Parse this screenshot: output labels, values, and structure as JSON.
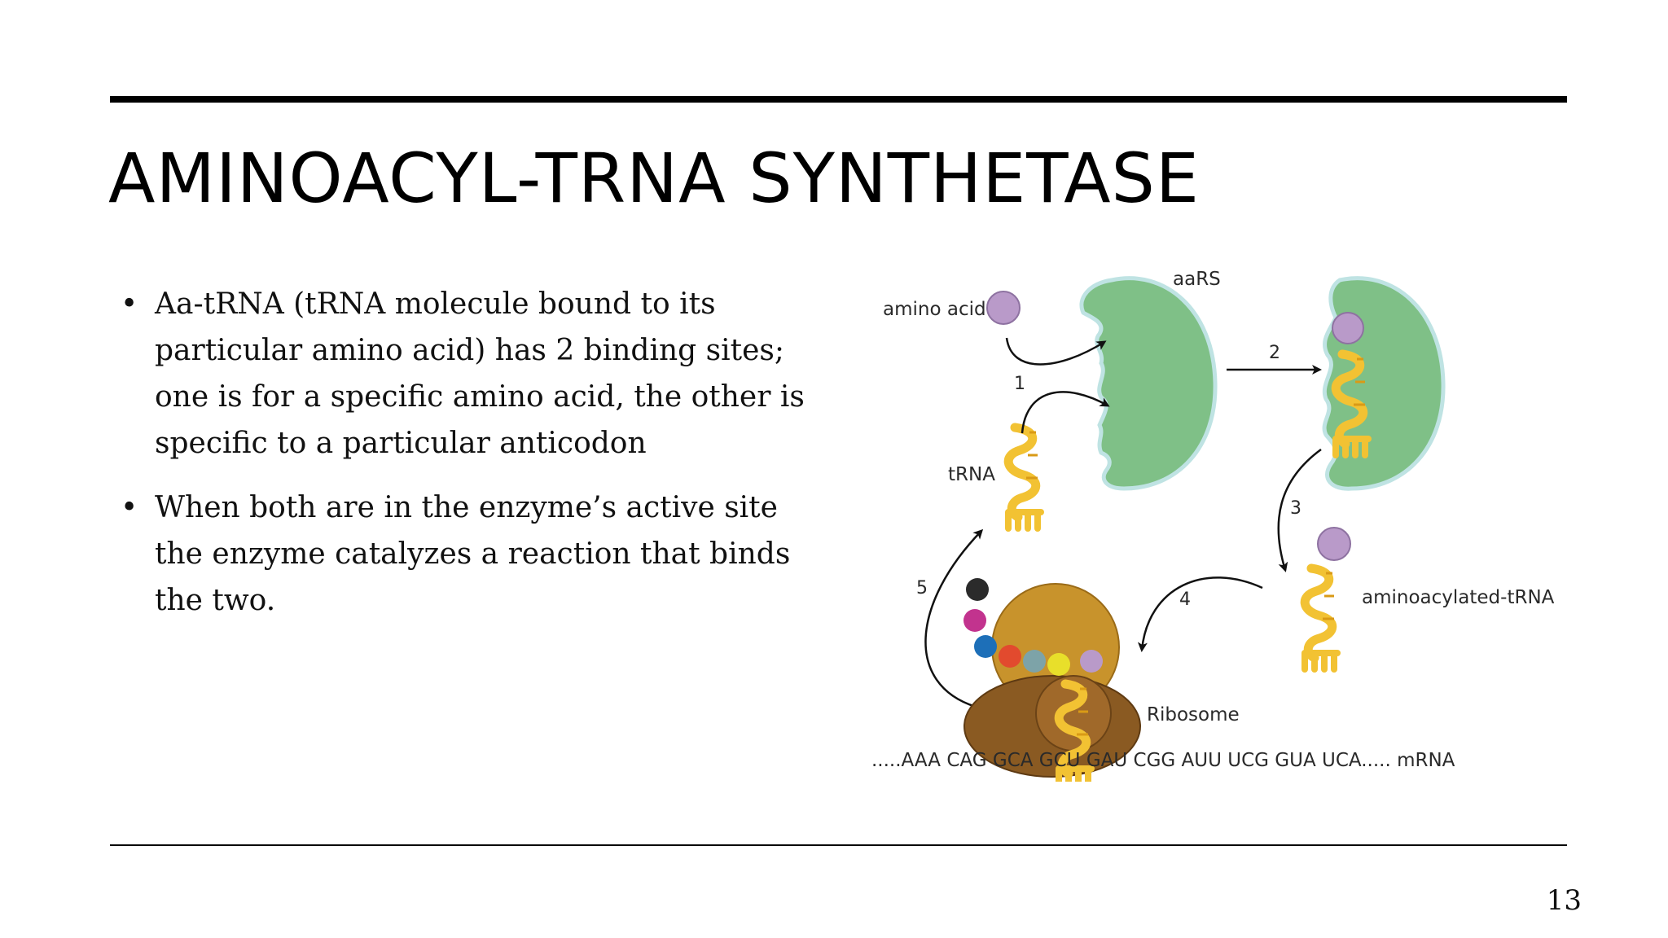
{
  "slide": {
    "title": "AMINOACYL-TRNA SYNTHETASE",
    "page_number": "13",
    "bullets": [
      " Aa-tRNA (tRNA molecule bound to its particular amino acid) has 2 binding sites; one is for a specific amino acid, the other is specific to a particular anticodon",
      "When both are in the enzyme’s active site the enzyme catalyzes a reaction that binds the two."
    ]
  },
  "diagram": {
    "labels": {
      "amino_acid": "amino acid",
      "aars": "aaRS",
      "trna": "tRNA",
      "aminoacylated": "aminoacylated-tRNA",
      "ribosome": "Ribosome",
      "mrna": ".....AAA CAG GCA GCU GAU CGG AUU UCG GUA UCA.....  mRNA"
    },
    "steps": [
      "1",
      "2",
      "3",
      "4",
      "5"
    ],
    "colors": {
      "enzyme": "#7fc087",
      "enzyme_edge": "#bfe3e3",
      "amino_acid": "#b99ac9",
      "trna": "#f2c233",
      "ribosome_large": "#c8932c",
      "ribosome_small": "#8a5a22"
    }
  }
}
